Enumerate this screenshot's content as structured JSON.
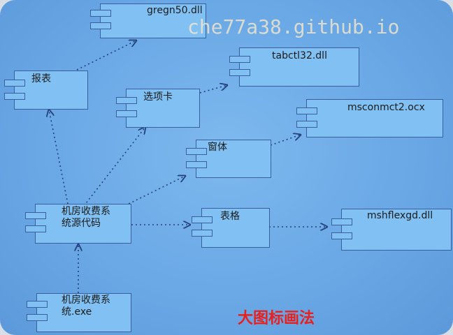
{
  "watermark": "che77a38.github.io",
  "caption": "大图标画法",
  "components": {
    "gregn50": "gregn50.dll",
    "baobiao": "报表",
    "tabctl32": "tabctl32.dll",
    "xuanxiangka": "选项卡",
    "msconmct2": "msconmct2.ocx",
    "chuangti": "窗体",
    "source_code": "机房收费系\n统源代码",
    "biaoge": "表格",
    "mshflexgd": "mshflexgd.dll",
    "exe": "机房收费系\n统.exe"
  }
}
